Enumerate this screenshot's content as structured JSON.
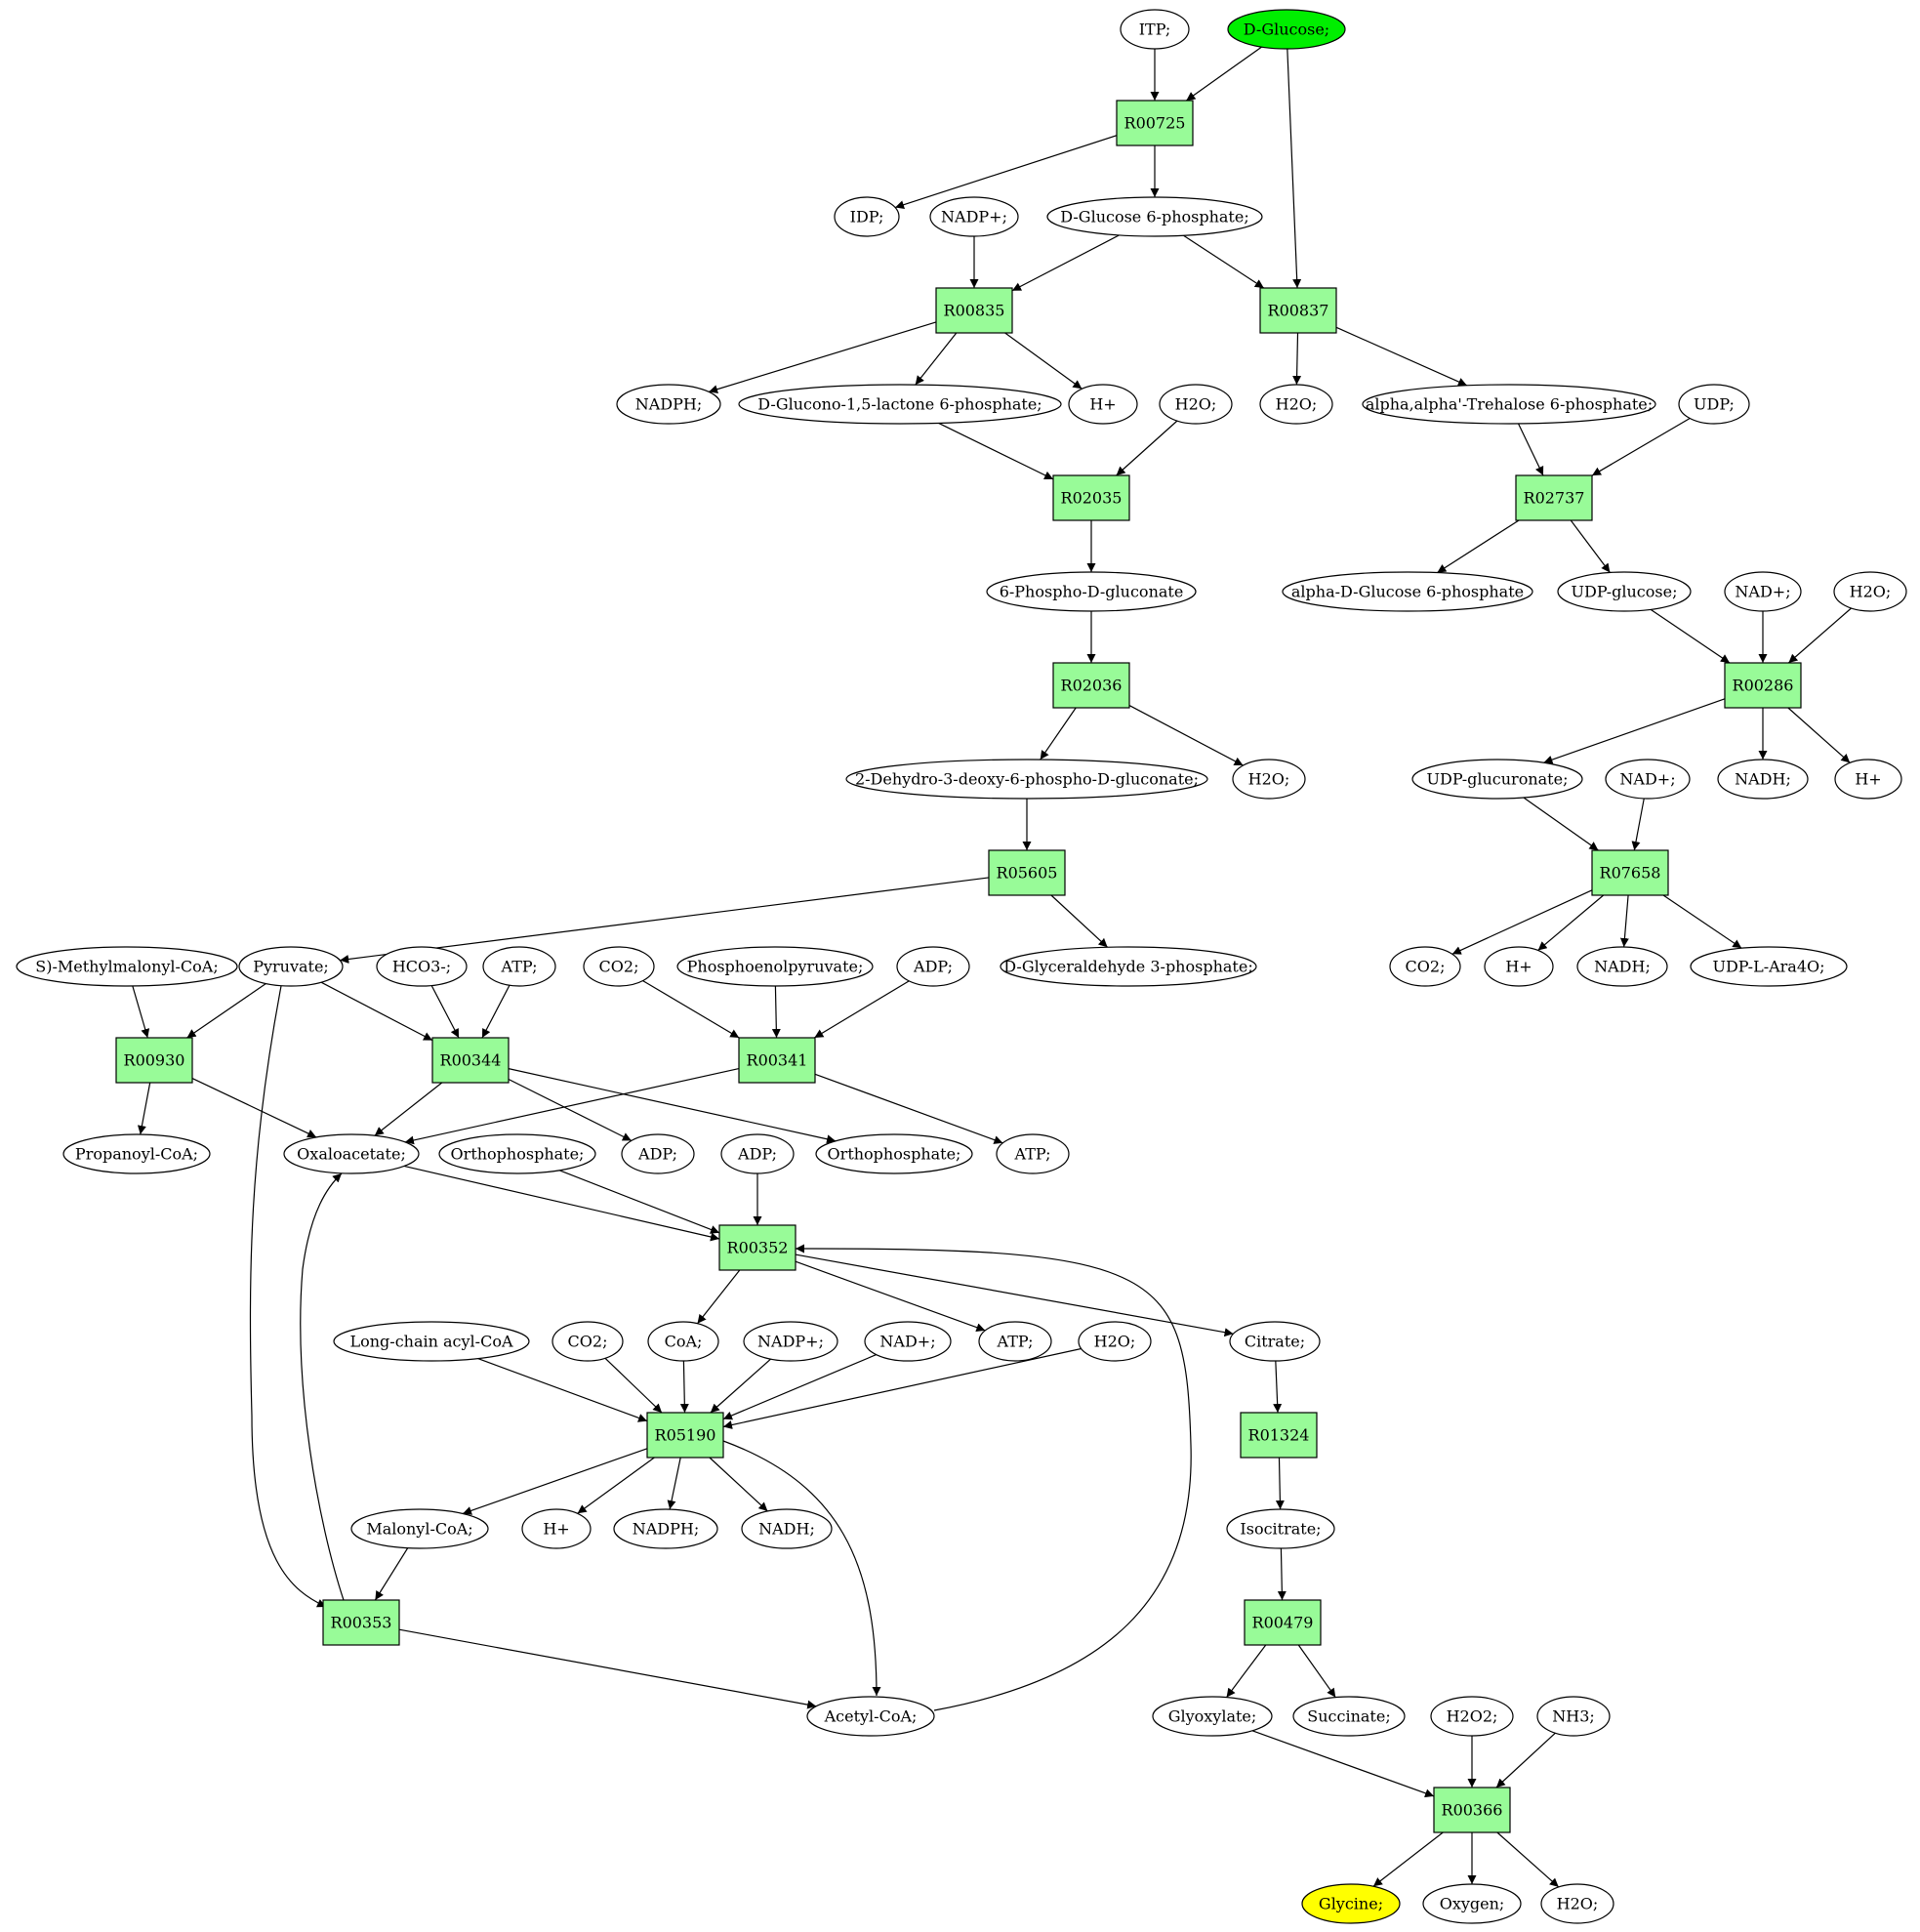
{
  "nodes": [
    {
      "id": "itp",
      "label": "ITP;",
      "kind": "met"
    },
    {
      "id": "dglc",
      "label": "D-Glucose;",
      "kind": "met",
      "role": "start"
    },
    {
      "id": "r00725",
      "label": "R00725",
      "kind": "rxn"
    },
    {
      "id": "idp",
      "label": "IDP;",
      "kind": "met"
    },
    {
      "id": "nadp1",
      "label": "NADP+;",
      "kind": "met"
    },
    {
      "id": "g6p",
      "label": "D-Glucose 6-phosphate;",
      "kind": "met"
    },
    {
      "id": "r00835",
      "label": "R00835",
      "kind": "rxn"
    },
    {
      "id": "r00837",
      "label": "R00837",
      "kind": "rxn"
    },
    {
      "id": "nadph1",
      "label": "NADPH;",
      "kind": "met"
    },
    {
      "id": "glcl6p",
      "label": "D-Glucono-1,5-lactone 6-phosphate;",
      "kind": "met"
    },
    {
      "id": "hp1",
      "label": "H+",
      "kind": "met"
    },
    {
      "id": "h2o1",
      "label": "H2O;",
      "kind": "met"
    },
    {
      "id": "h2o2",
      "label": "H2O;",
      "kind": "met"
    },
    {
      "id": "tre6p",
      "label": "alpha,alpha'-Trehalose 6-phosphate;",
      "kind": "met"
    },
    {
      "id": "udp",
      "label": "UDP;",
      "kind": "met"
    },
    {
      "id": "r02035",
      "label": "R02035",
      "kind": "rxn"
    },
    {
      "id": "r02737",
      "label": "R02737",
      "kind": "rxn"
    },
    {
      "id": "pgn",
      "label": "6-Phospho-D-gluconate",
      "kind": "met"
    },
    {
      "id": "ag6p",
      "label": "alpha-D-Glucose 6-phosphate",
      "kind": "met"
    },
    {
      "id": "udpg",
      "label": "UDP-glucose;",
      "kind": "met"
    },
    {
      "id": "nad1",
      "label": "NAD+;",
      "kind": "met"
    },
    {
      "id": "h2o3",
      "label": "H2O;",
      "kind": "met"
    },
    {
      "id": "r02036",
      "label": "R02036",
      "kind": "rxn"
    },
    {
      "id": "r00286",
      "label": "R00286",
      "kind": "rxn"
    },
    {
      "id": "kdpg",
      "label": "2-Dehydro-3-deoxy-6-phospho-D-gluconate;",
      "kind": "met"
    },
    {
      "id": "h2o4",
      "label": "H2O;",
      "kind": "met"
    },
    {
      "id": "udpgla",
      "label": "UDP-glucuronate;",
      "kind": "met"
    },
    {
      "id": "nad2",
      "label": "NAD+;",
      "kind": "met"
    },
    {
      "id": "nadh1",
      "label": "NADH;",
      "kind": "met"
    },
    {
      "id": "hp2",
      "label": "H+",
      "kind": "met"
    },
    {
      "id": "r05605",
      "label": "R05605",
      "kind": "rxn"
    },
    {
      "id": "r07658",
      "label": "R07658",
      "kind": "rxn"
    },
    {
      "id": "smm",
      "label": "S)-Methylmalonyl-CoA;",
      "kind": "met"
    },
    {
      "id": "pyr",
      "label": "Pyruvate;",
      "kind": "met"
    },
    {
      "id": "hco3",
      "label": "HCO3-;",
      "kind": "met"
    },
    {
      "id": "atp1",
      "label": "ATP;",
      "kind": "met"
    },
    {
      "id": "co2a",
      "label": "CO2;",
      "kind": "met"
    },
    {
      "id": "pep",
      "label": "Phosphoenolpyruvate;",
      "kind": "met"
    },
    {
      "id": "adp1",
      "label": "ADP;",
      "kind": "met"
    },
    {
      "id": "gap",
      "label": "D-Glyceraldehyde 3-phosphate;",
      "kind": "met"
    },
    {
      "id": "co2b",
      "label": "CO2;",
      "kind": "met"
    },
    {
      "id": "hp3",
      "label": "H+",
      "kind": "met"
    },
    {
      "id": "nadh2",
      "label": "NADH;",
      "kind": "met"
    },
    {
      "id": "udpara",
      "label": "UDP-L-Ara4O;",
      "kind": "met"
    },
    {
      "id": "r00930",
      "label": "R00930",
      "kind": "rxn"
    },
    {
      "id": "r00344",
      "label": "R00344",
      "kind": "rxn"
    },
    {
      "id": "r00341",
      "label": "R00341",
      "kind": "rxn"
    },
    {
      "id": "propcoa",
      "label": "Propanoyl-CoA;",
      "kind": "met"
    },
    {
      "id": "oaa",
      "label": "Oxaloacetate;",
      "kind": "met"
    },
    {
      "id": "pi1",
      "label": "Orthophosphate;",
      "kind": "met"
    },
    {
      "id": "adp2",
      "label": "ADP;",
      "kind": "met"
    },
    {
      "id": "adp3",
      "label": "ADP;",
      "kind": "met"
    },
    {
      "id": "pi2",
      "label": "Orthophosphate;",
      "kind": "met"
    },
    {
      "id": "atp2",
      "label": "ATP;",
      "kind": "met"
    },
    {
      "id": "r00352",
      "label": "R00352",
      "kind": "rxn"
    },
    {
      "id": "lcacoa",
      "label": "Long-chain acyl-CoA",
      "kind": "met"
    },
    {
      "id": "co2c",
      "label": "CO2;",
      "kind": "met"
    },
    {
      "id": "coa",
      "label": "CoA;",
      "kind": "met"
    },
    {
      "id": "nadp2",
      "label": "NADP+;",
      "kind": "met"
    },
    {
      "id": "nad3",
      "label": "NAD+;",
      "kind": "met"
    },
    {
      "id": "atp3",
      "label": "ATP;",
      "kind": "met"
    },
    {
      "id": "h2o5",
      "label": "H2O;",
      "kind": "met"
    },
    {
      "id": "cit",
      "label": "Citrate;",
      "kind": "met"
    },
    {
      "id": "r05190",
      "label": "R05190",
      "kind": "rxn"
    },
    {
      "id": "r01324",
      "label": "R01324",
      "kind": "rxn"
    },
    {
      "id": "malcoa",
      "label": "Malonyl-CoA;",
      "kind": "met"
    },
    {
      "id": "hp4",
      "label": "H+",
      "kind": "met"
    },
    {
      "id": "nadph2",
      "label": "NADPH;",
      "kind": "met"
    },
    {
      "id": "nadh3",
      "label": "NADH;",
      "kind": "met"
    },
    {
      "id": "icit",
      "label": "Isocitrate;",
      "kind": "met"
    },
    {
      "id": "r00353",
      "label": "R00353",
      "kind": "rxn"
    },
    {
      "id": "r00479",
      "label": "R00479",
      "kind": "rxn"
    },
    {
      "id": "accoa",
      "label": "Acetyl-CoA;",
      "kind": "met"
    },
    {
      "id": "glx",
      "label": "Glyoxylate;",
      "kind": "met"
    },
    {
      "id": "succ",
      "label": "Succinate;",
      "kind": "met"
    },
    {
      "id": "h2o2b",
      "label": "H2O2;",
      "kind": "met"
    },
    {
      "id": "nh3",
      "label": "NH3;",
      "kind": "met"
    },
    {
      "id": "r00366",
      "label": "R00366",
      "kind": "rxn"
    },
    {
      "id": "gly",
      "label": "Glycine;",
      "kind": "met",
      "role": "end"
    },
    {
      "id": "oxy",
      "label": "Oxygen;",
      "kind": "met"
    },
    {
      "id": "h2o6",
      "label": "H2O;",
      "kind": "met"
    }
  ],
  "edges": [
    [
      "itp",
      "r00725"
    ],
    [
      "dglc",
      "r00725"
    ],
    [
      "dglc",
      "r00837"
    ],
    [
      "r00725",
      "idp"
    ],
    [
      "r00725",
      "g6p"
    ],
    [
      "nadp1",
      "r00835"
    ],
    [
      "g6p",
      "r00835"
    ],
    [
      "g6p",
      "r00837"
    ],
    [
      "r00835",
      "nadph1"
    ],
    [
      "r00835",
      "glcl6p"
    ],
    [
      "r00835",
      "hp1"
    ],
    [
      "r00837",
      "h2o2"
    ],
    [
      "r00837",
      "tre6p"
    ],
    [
      "glcl6p",
      "r02035"
    ],
    [
      "h2o1",
      "r02035"
    ],
    [
      "r02035",
      "pgn"
    ],
    [
      "tre6p",
      "r02737"
    ],
    [
      "udp",
      "r02737"
    ],
    [
      "r02737",
      "ag6p"
    ],
    [
      "r02737",
      "udpg"
    ],
    [
      "pgn",
      "r02036"
    ],
    [
      "r02036",
      "kdpg"
    ],
    [
      "r02036",
      "h2o4"
    ],
    [
      "udpg",
      "r00286"
    ],
    [
      "nad1",
      "r00286"
    ],
    [
      "h2o3",
      "r00286"
    ],
    [
      "r00286",
      "udpgla"
    ],
    [
      "r00286",
      "nadh1"
    ],
    [
      "r00286",
      "hp2"
    ],
    [
      "kdpg",
      "r05605"
    ],
    [
      "r05605",
      "pyr"
    ],
    [
      "r05605",
      "gap"
    ],
    [
      "udpgla",
      "r07658"
    ],
    [
      "nad2",
      "r07658"
    ],
    [
      "r07658",
      "co2b"
    ],
    [
      "r07658",
      "hp3"
    ],
    [
      "r07658",
      "nadh2"
    ],
    [
      "r07658",
      "udpara"
    ],
    [
      "smm",
      "r00930"
    ],
    [
      "pyr",
      "r00930"
    ],
    [
      "pyr",
      "r00344"
    ],
    [
      "pyr",
      "r00353"
    ],
    [
      "hco3",
      "r00344"
    ],
    [
      "atp1",
      "r00344"
    ],
    [
      "co2a",
      "r00341"
    ],
    [
      "pep",
      "r00341"
    ],
    [
      "adp1",
      "r00341"
    ],
    [
      "r00930",
      "propcoa"
    ],
    [
      "r00930",
      "oaa"
    ],
    [
      "r00344",
      "oaa"
    ],
    [
      "r00344",
      "adp2"
    ],
    [
      "r00344",
      "pi2"
    ],
    [
      "r00341",
      "oaa"
    ],
    [
      "r00341",
      "atp2"
    ],
    [
      "oaa",
      "r00352"
    ],
    [
      "pi1",
      "r00352"
    ],
    [
      "adp3",
      "r00352"
    ],
    [
      "accoa",
      "r00352"
    ],
    [
      "r00352",
      "coa"
    ],
    [
      "r00352",
      "atp3"
    ],
    [
      "r00352",
      "cit"
    ],
    [
      "lcacoa",
      "r05190"
    ],
    [
      "co2c",
      "r05190"
    ],
    [
      "coa",
      "r05190"
    ],
    [
      "nadp2",
      "r05190"
    ],
    [
      "nad3",
      "r05190"
    ],
    [
      "h2o5",
      "r05190"
    ],
    [
      "r05190",
      "malcoa"
    ],
    [
      "r05190",
      "hp4"
    ],
    [
      "r05190",
      "nadph2"
    ],
    [
      "r05190",
      "nadh3"
    ],
    [
      "r05190",
      "accoa"
    ],
    [
      "cit",
      "r01324"
    ],
    [
      "r01324",
      "icit"
    ],
    [
      "malcoa",
      "r00353"
    ],
    [
      "r00353",
      "oaa"
    ],
    [
      "r00353",
      "accoa"
    ],
    [
      "icit",
      "r00479"
    ],
    [
      "r00479",
      "glx"
    ],
    [
      "r00479",
      "succ"
    ],
    [
      "glx",
      "r00366"
    ],
    [
      "h2o2b",
      "r00366"
    ],
    [
      "nh3",
      "r00366"
    ],
    [
      "r00366",
      "gly"
    ],
    [
      "r00366",
      "oxy"
    ],
    [
      "r00366",
      "h2o6"
    ]
  ],
  "colors": {
    "reaction_fill": "#98fb98",
    "start_fill": "#00ee00",
    "end_fill": "#ffff00",
    "metabolite_fill": "#ffffff",
    "stroke": "#000000"
  }
}
